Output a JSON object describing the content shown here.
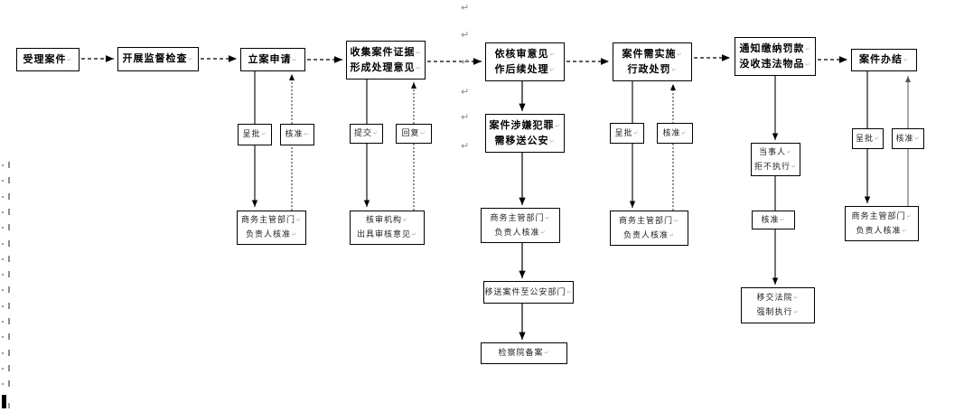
{
  "flowchart": {
    "main_steps": [
      {
        "label": "受理案件"
      },
      {
        "label": "开展监督检查"
      },
      {
        "label": "立案申请"
      },
      {
        "lines": [
          "收集案件证据",
          "形成处理意见"
        ]
      },
      {
        "lines": [
          "依核审意见",
          "作后续处理"
        ]
      },
      {
        "lines": [
          "案件需实施",
          "行政处罚"
        ]
      },
      {
        "lines": [
          "通知缴纳罚款",
          "没收违法物品"
        ]
      },
      {
        "label": "案件办结"
      }
    ],
    "filing_branch": {
      "submit": "呈批",
      "approve": "核准",
      "approver": {
        "lines": [
          "商务主管部门",
          "负责人核准"
        ]
      }
    },
    "evidence_branch": {
      "submit": "提交",
      "reply": "回复",
      "reviewer": {
        "lines": [
          "核审机构",
          "出具审核意见"
        ]
      }
    },
    "followup_branch": {
      "crime": {
        "lines": [
          "案件涉嫌犯罪",
          "需移送公安"
        ]
      },
      "approver": {
        "lines": [
          "商务主管部门",
          "负责人核准"
        ]
      },
      "transfer": "移送案件至公安部门",
      "record": "检察院备案"
    },
    "penalty_branch": {
      "submit": "呈批",
      "approve": "核准",
      "approver": {
        "lines": [
          "商务主管部门",
          "负责人核准"
        ]
      }
    },
    "fine_branch": {
      "refuse": {
        "lines": [
          "当事人",
          "拒不执行"
        ]
      },
      "approve": "核准",
      "court": {
        "lines": [
          "移交法院",
          "强制执行"
        ]
      }
    },
    "closing_branch": {
      "submit": "呈批",
      "approve": "核准",
      "approver": {
        "lines": [
          "商务主管部门",
          "负责人核准"
        ]
      }
    }
  },
  "word_artifacts": {
    "return_mark": "↵",
    "margin_mark_count": 15
  }
}
